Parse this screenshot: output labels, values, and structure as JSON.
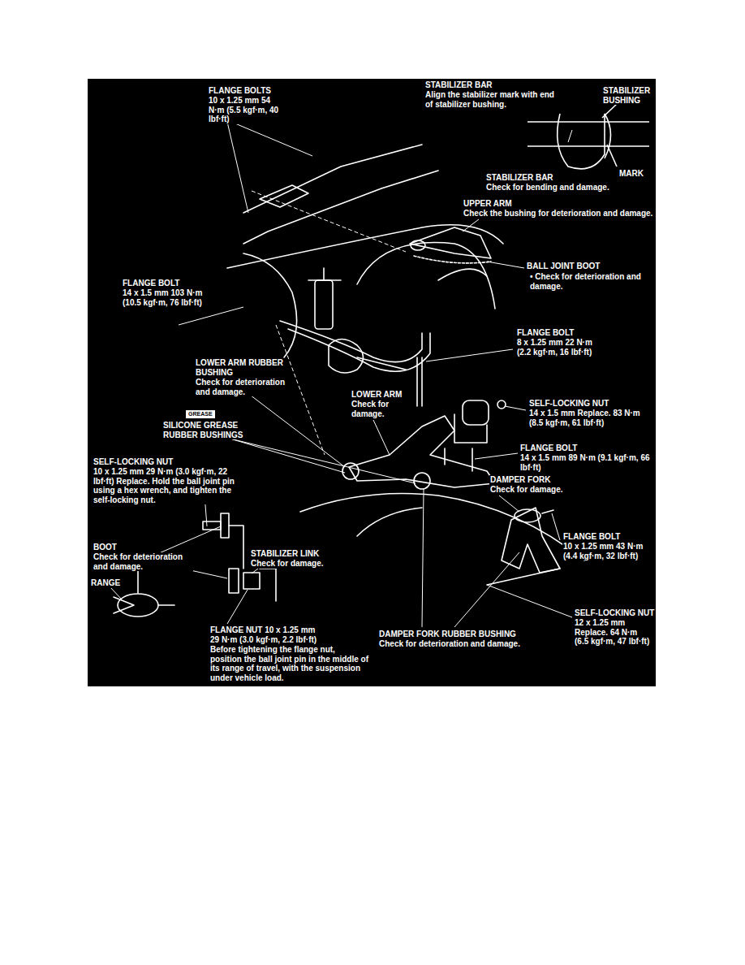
{
  "diagram": {
    "labels": [
      "FLANGE BOLTS",
      "10 x 1.25 mm 54 N·m (5.5 kgf·m, 40 lbf·ft)",
      "STABILIZER BAR",
      "Align the stabilizer mark with end of stabilizer bushing.",
      "STABILIZER BUSHING",
      "MARK",
      "STABILIZER BAR",
      "Check for bending and damage.",
      "UPPER ARM",
      "Check the bushing for deterioration and damage.",
      "BALL JOINT BOOT",
      "• Check for deterioration and damage.",
      "FLANGE BOLT",
      "14 x 1.5 mm 103 N·m (10.5 kgf·m, 76 lbf·ft)",
      "FLANGE BOLT",
      "8 x 1.25 mm 22 N·m (2.2 kgf·m, 16 lbf·ft)",
      "LOWER ARM RUBBER BUSHING",
      "Check for deterioration and damage.",
      "LOWER ARM",
      "Check for damage.",
      "SELF-LOCKING NUT",
      "14 x 1.5 mm Replace. 83 N·m (8.5 kgf·m, 61 lbf·ft)",
      "GREASE",
      "SILICONE GREASE RUBBER BUSHINGS",
      "FLANGE BOLT",
      "14 x 1.5 mm 89 N·m (9.1 kgf·m, 66 lbf·ft)",
      "DAMPER FORK",
      "Check for damage.",
      "SELF-LOCKING NUT",
      "10 x 1.25 mm 29 N·m (3.0 kgf·m, 22 lbf·ft) Replace. Hold the ball joint pin using a hex wrench, and tighten the self-locking nut.",
      "FLANGE BOLT",
      "10 x 1.25 mm 43 N·m (4.4 kgf·m, 32 lbf·ft)",
      "BOOT",
      "Check for deterioration and damage.",
      "STABILIZER LINK",
      "Check for damage.",
      "RANGE",
      "SELF-LOCKING NUT",
      "12 x 1.25 mm Replace. 64 N·m (6.5 kgf·m, 47 lbf·ft)",
      "FLANGE NUT 10 x 1.25 mm",
      "29 N·m (3.0 kgf·m, 2.2 lbf·ft)",
      "Before tightening the flange nut, position the ball joint pin in the middle of its range of travel, with the suspension under vehicle load.",
      "DAMPER FORK RUBBER BUSHING",
      "Check for deterioration and damage."
    ]
  }
}
